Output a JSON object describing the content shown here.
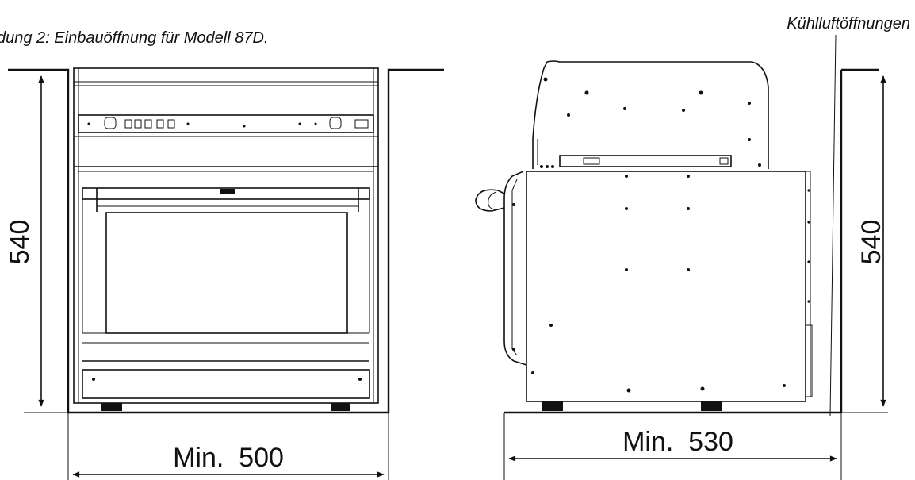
{
  "caption": "dung 2: Einbauöffnung für Modell 87D.",
  "callout_label": "Kühlluftöffnungen",
  "front_view": {
    "height_dimension": "540",
    "width_dimension": "Min.  500"
  },
  "side_view": {
    "height_dimension": "540",
    "depth_dimension": "Min.  530"
  }
}
